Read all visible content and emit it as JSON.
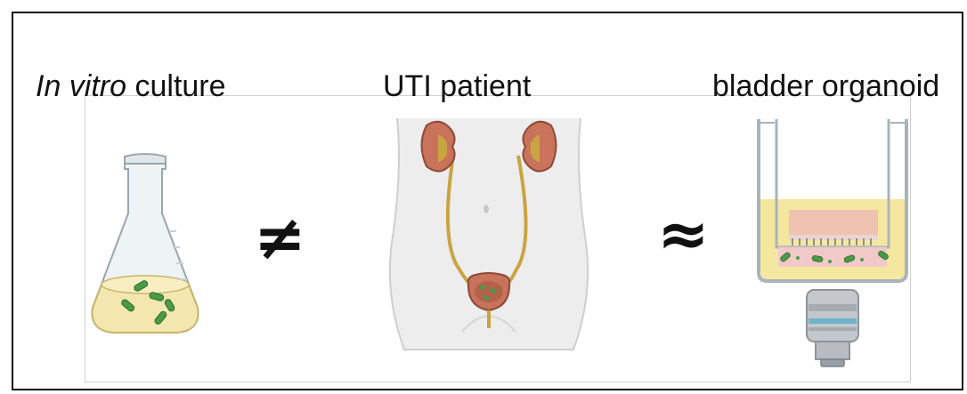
{
  "labels": {
    "culture_italic": "In vitro",
    "culture_rest": " culture",
    "patient": "UTI patient",
    "organoid": "bladder organoid"
  },
  "symbols": {
    "not_equal": "≠",
    "approx": "≈"
  },
  "colors": {
    "frame": "#111111",
    "panel_border": "#cfcfcf",
    "bacteria": "#4a9a46",
    "kidney": "#c8735a",
    "urine": "#c9a441",
    "organoid_tissue": "#f0c2b0",
    "medium": "#f4e7a0",
    "microscope": "#b8bcc0"
  },
  "icons": [
    "flask-icon",
    "urinary-tract-icon",
    "transwell-insert-icon",
    "microscope-objective-icon"
  ]
}
